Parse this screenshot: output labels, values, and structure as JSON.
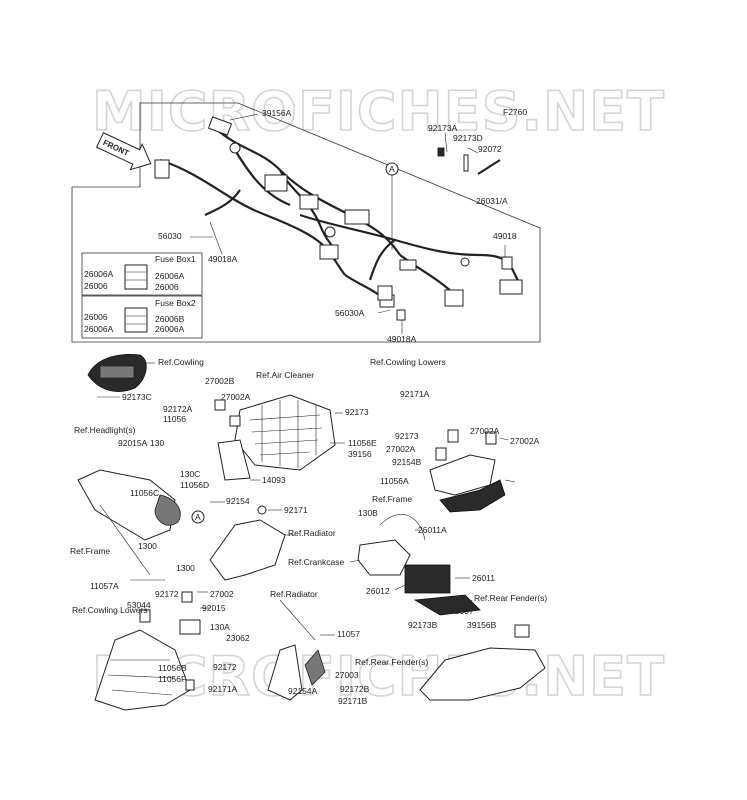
{
  "watermark": "MICROFICHES.NET",
  "diagram_code": "F2760",
  "front_label": "FRONT",
  "circle_marker": "A",
  "fuse_box1": {
    "title": "Fuse Box1",
    "rows": [
      "26006A",
      "26006"
    ],
    "right_rows": [
      "26006A",
      "26006"
    ]
  },
  "fuse_box2": {
    "title": "Fuse Box2",
    "rows": [
      "26006",
      "26006A"
    ],
    "right_rows": [
      "26006B",
      "26006A"
    ]
  },
  "labels": {
    "p39156A": "39156A",
    "p92173A_top": "92173A",
    "p92173D": "92173D",
    "p92072": "92072",
    "p26031A": "26031/A",
    "p56030": "56030",
    "p49018A_top": "49018A",
    "p49018": "49018",
    "p56030A": "56030A",
    "p49018A_bot": "49018A",
    "ref_cowling": "Ref.Cowling",
    "p92173C": "92173C",
    "p27002B": "27002B",
    "ref_air_cleaner": "Ref.Air Cleaner",
    "p92172A": "92172A",
    "p27002A_mid": "27002A",
    "p11056": "11056",
    "p92173_mid": "92173",
    "ref_headlight": "Ref.Headlight(s)",
    "p92015A": "92015A",
    "p130": "130",
    "p130C": "130C",
    "p11056D": "11056D",
    "p11056C": "11056C",
    "p11056E": "11056E",
    "p39156": "39156",
    "p14093": "14093",
    "p92154": "92154",
    "ref_cowling_lowers_top": "Ref.Cowling Lowers",
    "p92171A_top": "92171A",
    "p92173_right": "92173",
    "p27002A_r1": "27002A",
    "p27002A_r2": "27002A",
    "p27002A_r3": "27002A",
    "p92154B": "92154B",
    "p11056A": "11056A",
    "ref_frame_right": "Ref.Frame",
    "ref_frame_left": "Ref.Frame",
    "p92171": "92171",
    "ref_radiator_1": "Ref.Radiator",
    "p130B": "130B",
    "p26011A": "26011A",
    "p1300_a": "1300",
    "p1300_b": "1300",
    "p11057A": "11057A",
    "ref_crankcase": "Ref.Crankcase",
    "p26011": "26011",
    "p26012": "26012",
    "ref_rear_fender_r": "Ref.Rear Fender(s)",
    "p92037": "92037",
    "p92172_a": "92172",
    "p27002": "27002",
    "p92015": "92015",
    "p130A": "130A",
    "p23062": "23062",
    "ref_cowling_lowers_bot": "Ref.Cowling Lowers",
    "p53044": "53044",
    "p11056B": "11056B",
    "p92172_b": "92172",
    "p11056F": "11056F",
    "p92171A_bot": "92171A",
    "ref_radiator_2": "Ref.Radiator",
    "p11057": "11057",
    "p92173B": "92173B",
    "p39156B": "39156B",
    "ref_rear_fender_l": "Ref.Rear Fender(s)",
    "p27003": "27003",
    "p92154A": "92154A",
    "p92172B": "92172B",
    "p92171B": "92171B"
  }
}
